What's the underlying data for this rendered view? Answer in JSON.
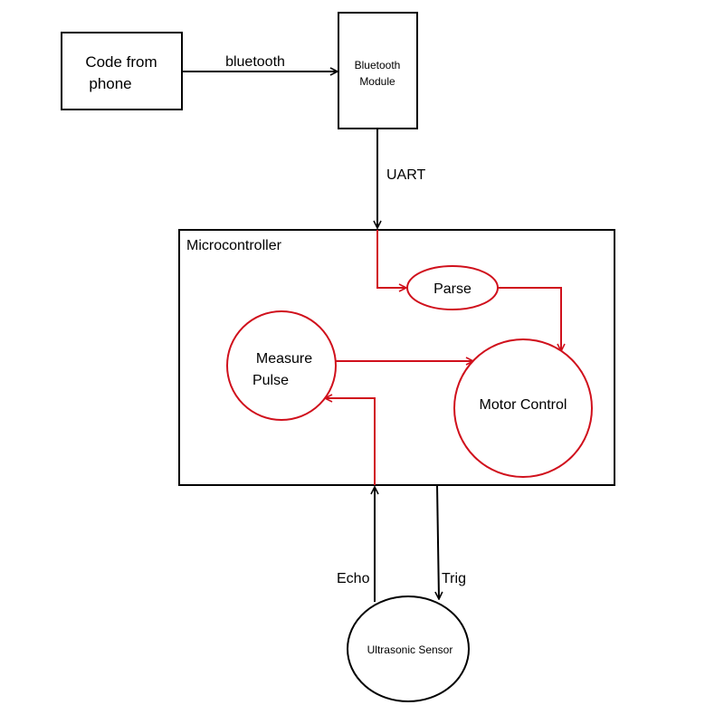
{
  "nodes": {
    "code_from_phone": {
      "line1": "Code from",
      "line2": "phone"
    },
    "bluetooth_module": {
      "line1": "Bluetooth",
      "line2": "Module"
    },
    "microcontroller": {
      "label": "Microcontroller"
    },
    "parse": {
      "label": "Parse"
    },
    "measure_pulse": {
      "line1": "Measure",
      "line2": "Pulse"
    },
    "motor_control": {
      "label": "Motor Control"
    },
    "ultrasonic_sensor": {
      "label": "Ultrasonic Sensor"
    }
  },
  "edges": {
    "bluetooth": "bluetooth",
    "uart": "UART",
    "echo": "Echo",
    "trig": "Trig"
  },
  "colors": {
    "outline": "#000000",
    "internal": "#d0101c"
  }
}
